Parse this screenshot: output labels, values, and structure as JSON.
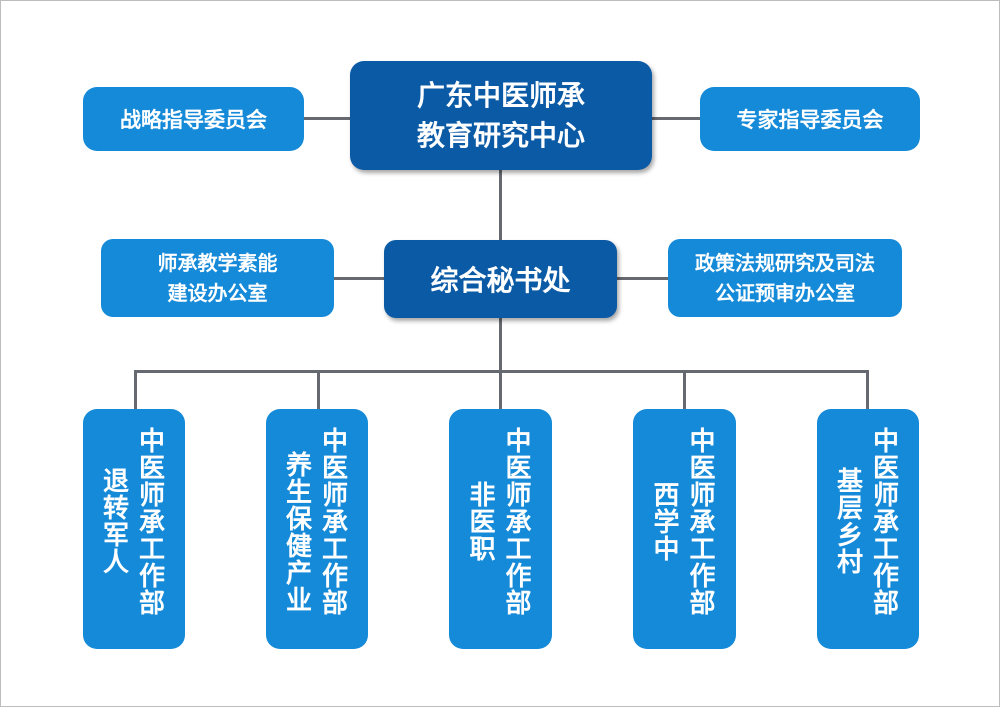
{
  "center_title": {
    "line1": "广东中医师承",
    "line2": "教育研究中心"
  },
  "left_committee": "战略指导委员会",
  "right_committee": "专家指导委员会",
  "secretariat": "综合秘书处",
  "left_office": {
    "line1": "师承教学素能",
    "line2": "建设办公室"
  },
  "right_office": {
    "line1": "政策法规研究及司法",
    "line2": "公证预审办公室"
  },
  "departments": [
    {
      "prefix": "退转军人",
      "main": "中医师承工作部"
    },
    {
      "prefix": "养生保健产业",
      "main": "中医师承工作部"
    },
    {
      "prefix": "非医职",
      "main": "中医师承工作部"
    },
    {
      "prefix": "西学中",
      "main": "中医师承工作部"
    },
    {
      "prefix": "基层乡村",
      "main": "中医师承工作部"
    }
  ],
  "colors": {
    "dark_box": "#0b5aa6",
    "light_box": "#158ad8",
    "connector": "#666a70",
    "text": "#ffffff"
  }
}
